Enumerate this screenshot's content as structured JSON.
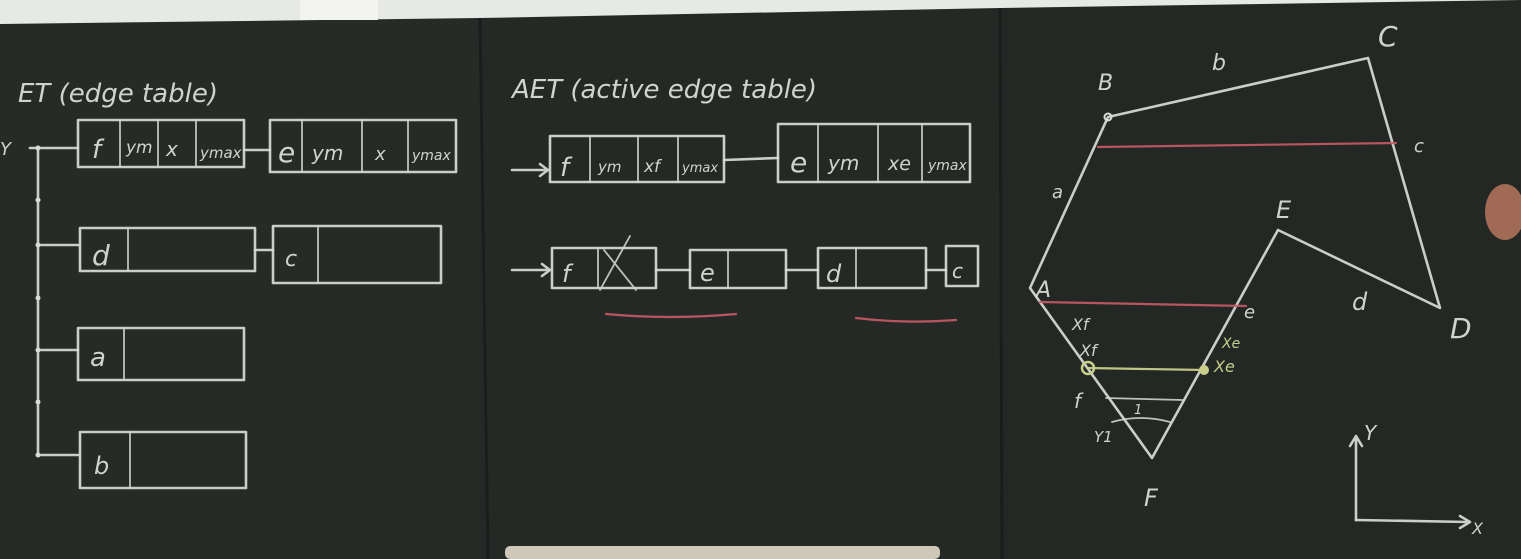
{
  "left_panel": {
    "title": "ET (edge table)",
    "y_label": "Y",
    "row1": {
      "node1": [
        "f",
        "ym",
        "x",
        "ymax"
      ],
      "node2": [
        "e",
        "ym",
        "x",
        "ymax"
      ]
    },
    "row2": {
      "node1": "d",
      "node2": "c"
    },
    "row3": {
      "node1": "a"
    },
    "row4": {
      "node1": "b"
    }
  },
  "middle_panel": {
    "title": "AET (active edge table)",
    "row1": {
      "node1": [
        "f",
        "ym",
        "xf",
        "ymax"
      ],
      "node2": [
        "e",
        "ym",
        "xe",
        "ymax"
      ]
    },
    "row2": {
      "nodes": [
        "f",
        "e",
        "d",
        "c"
      ]
    }
  },
  "right_panel": {
    "vertices": {
      "A": "A",
      "B": "B",
      "C": "C",
      "D": "D",
      "E": "E",
      "F": "F"
    },
    "edges": {
      "a": "a",
      "b": "b",
      "c": "c",
      "d": "d",
      "e": "e",
      "f": "f"
    },
    "marks": {
      "xf1": "Xf",
      "xf2": "Xf",
      "xe1": "Xe",
      "xe2": "Xe",
      "y1": "Y1",
      "one": "1"
    },
    "axis_y": "Y",
    "axis_x": "X"
  },
  "colors": {
    "board": "#262a27",
    "chalk": "#d9dcd6",
    "red": "#c95a66",
    "yellow": "#c8cf8a"
  }
}
